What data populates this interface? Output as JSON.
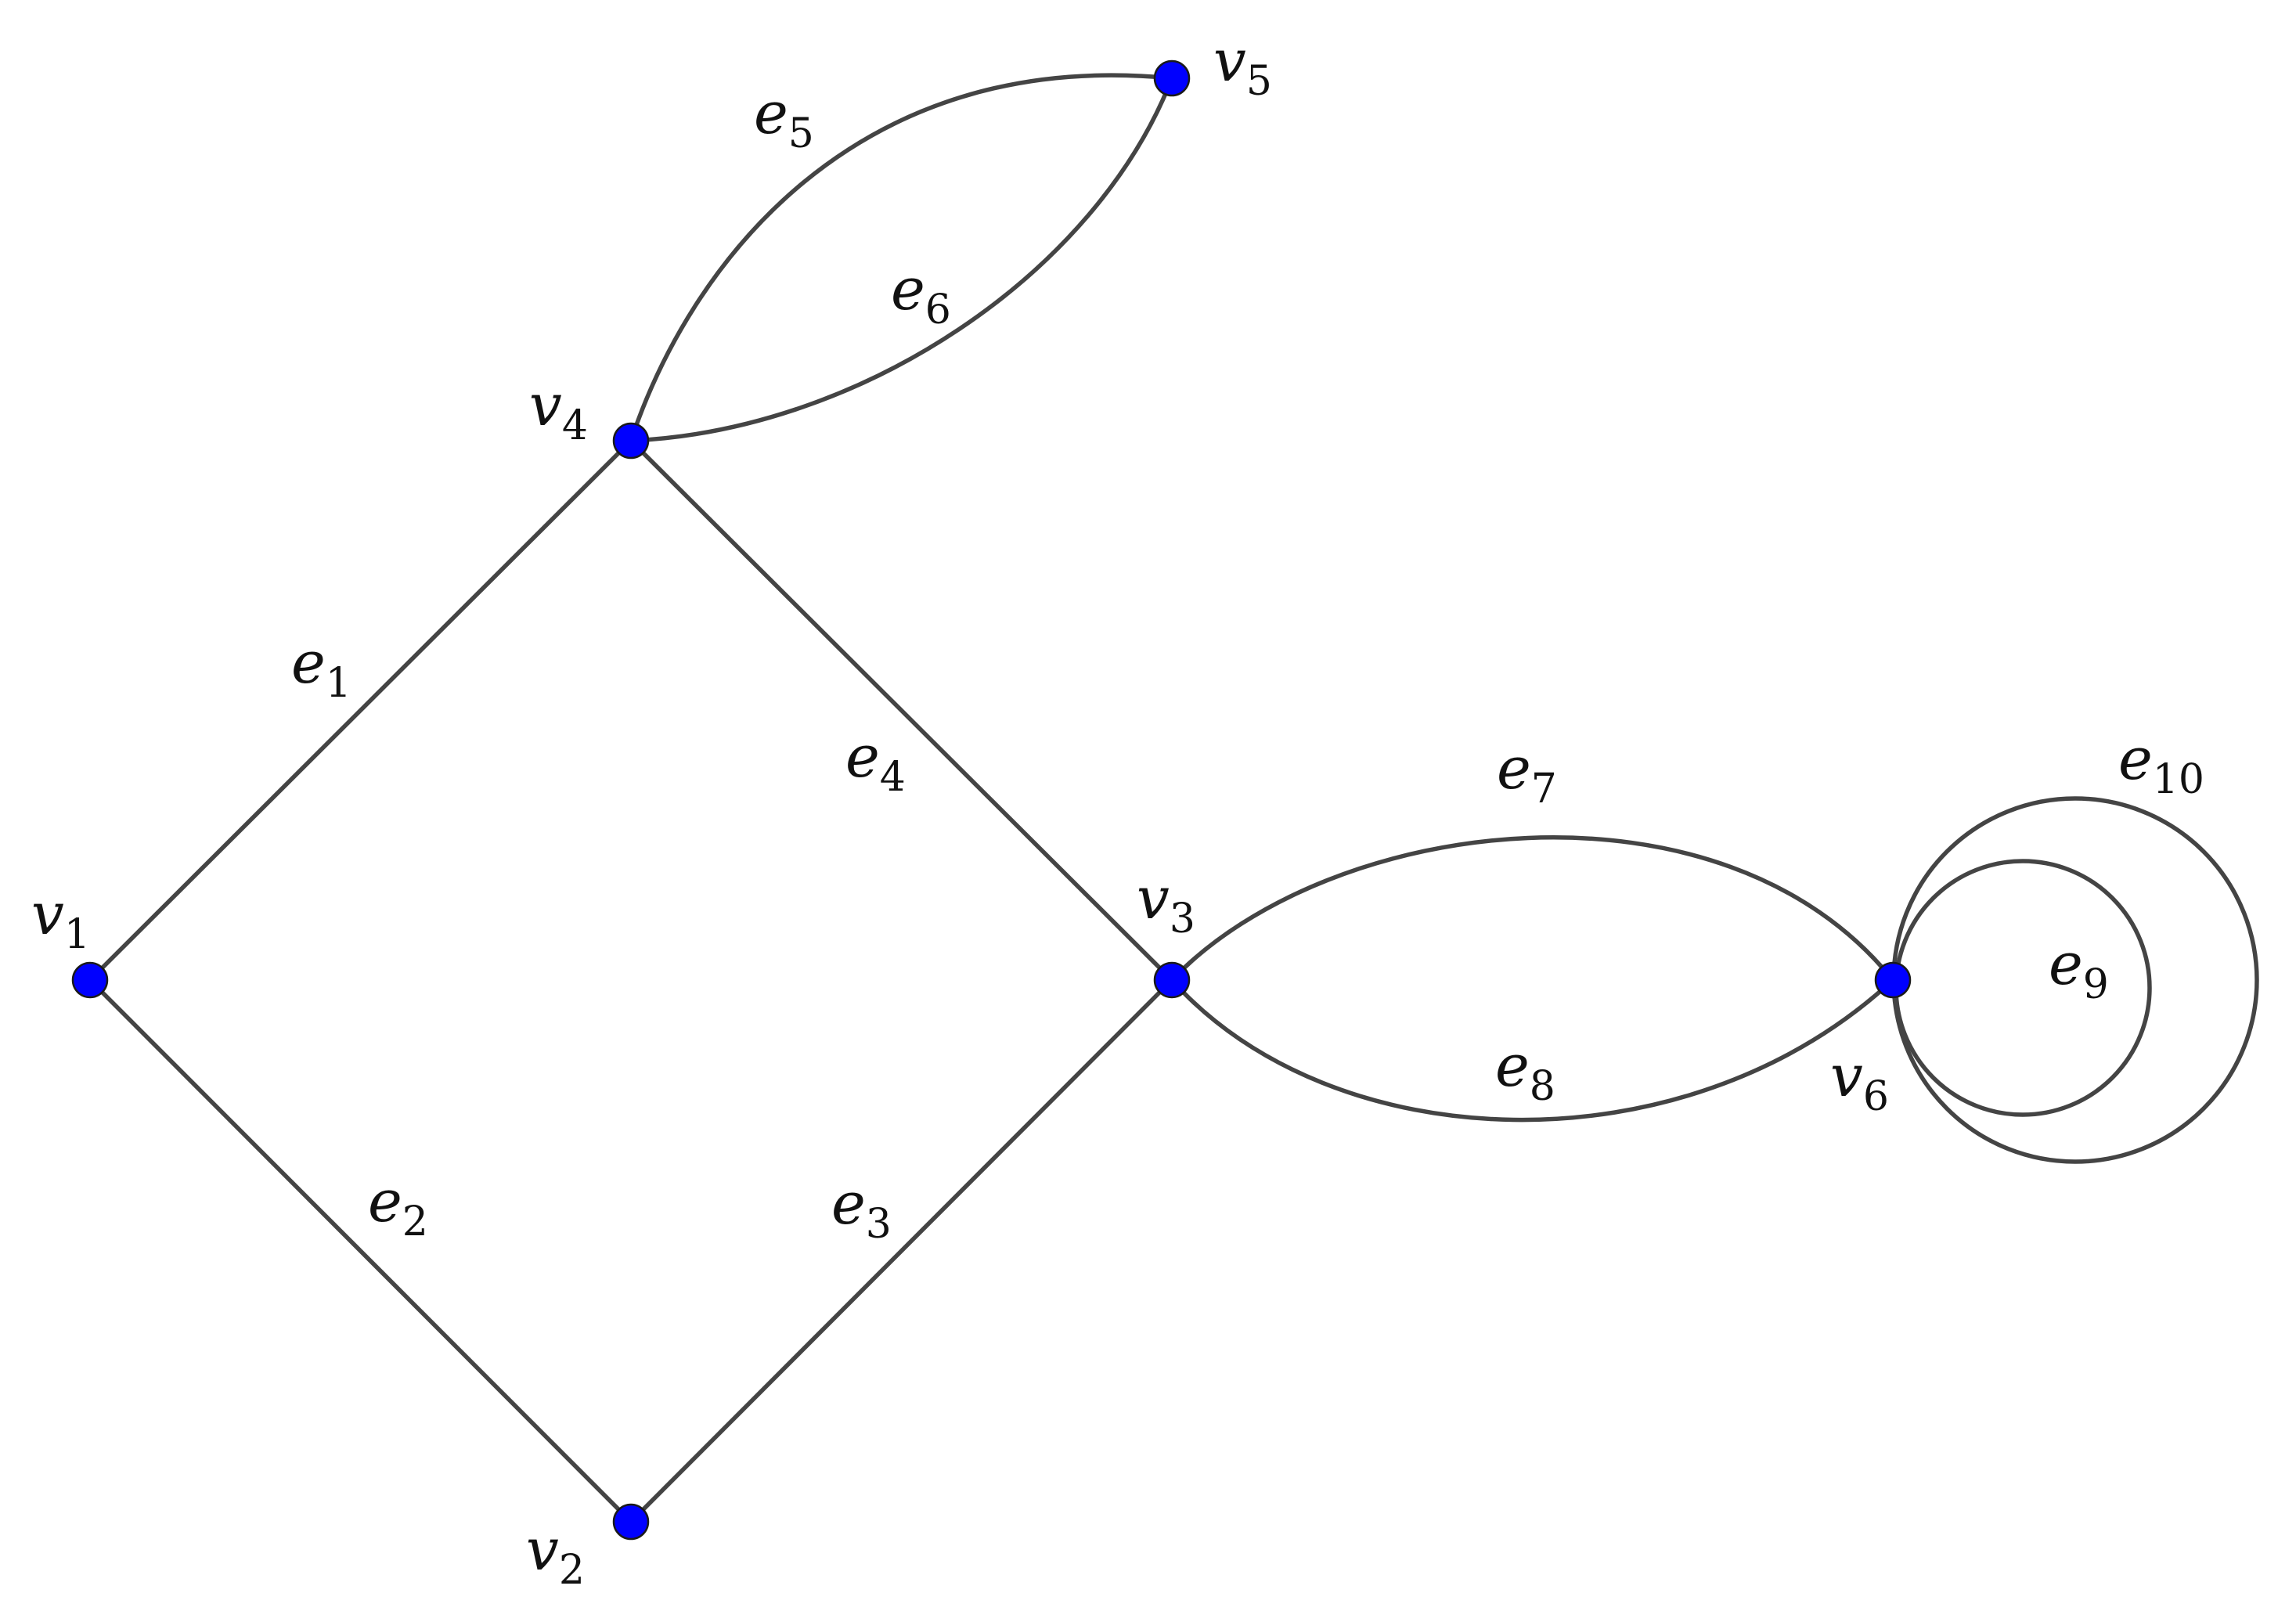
{
  "graph": {
    "vertices": [
      {
        "id": "v1",
        "letter": "v",
        "index": "1"
      },
      {
        "id": "v2",
        "letter": "v",
        "index": "2"
      },
      {
        "id": "v3",
        "letter": "v",
        "index": "3"
      },
      {
        "id": "v4",
        "letter": "v",
        "index": "4"
      },
      {
        "id": "v5",
        "letter": "v",
        "index": "5"
      },
      {
        "id": "v6",
        "letter": "v",
        "index": "6"
      }
    ],
    "edges": [
      {
        "id": "e1",
        "letter": "e",
        "index": "1",
        "from": "v1",
        "to": "v4"
      },
      {
        "id": "e2",
        "letter": "e",
        "index": "2",
        "from": "v1",
        "to": "v2"
      },
      {
        "id": "e3",
        "letter": "e",
        "index": "3",
        "from": "v2",
        "to": "v3"
      },
      {
        "id": "e4",
        "letter": "e",
        "index": "4",
        "from": "v4",
        "to": "v3"
      },
      {
        "id": "e5",
        "letter": "e",
        "index": "5",
        "from": "v4",
        "to": "v5"
      },
      {
        "id": "e6",
        "letter": "e",
        "index": "6",
        "from": "v4",
        "to": "v5"
      },
      {
        "id": "e7",
        "letter": "e",
        "index": "7",
        "from": "v3",
        "to": "v6"
      },
      {
        "id": "e8",
        "letter": "e",
        "index": "8",
        "from": "v3",
        "to": "v6"
      },
      {
        "id": "e9",
        "letter": "e",
        "index": "9",
        "from": "v6",
        "to": "v6"
      },
      {
        "id": "e10",
        "letter": "e",
        "index": "10",
        "from": "v6",
        "to": "v6"
      }
    ],
    "colors": {
      "vertex_fill": "#0000ff",
      "edge_stroke": "#444444"
    }
  }
}
